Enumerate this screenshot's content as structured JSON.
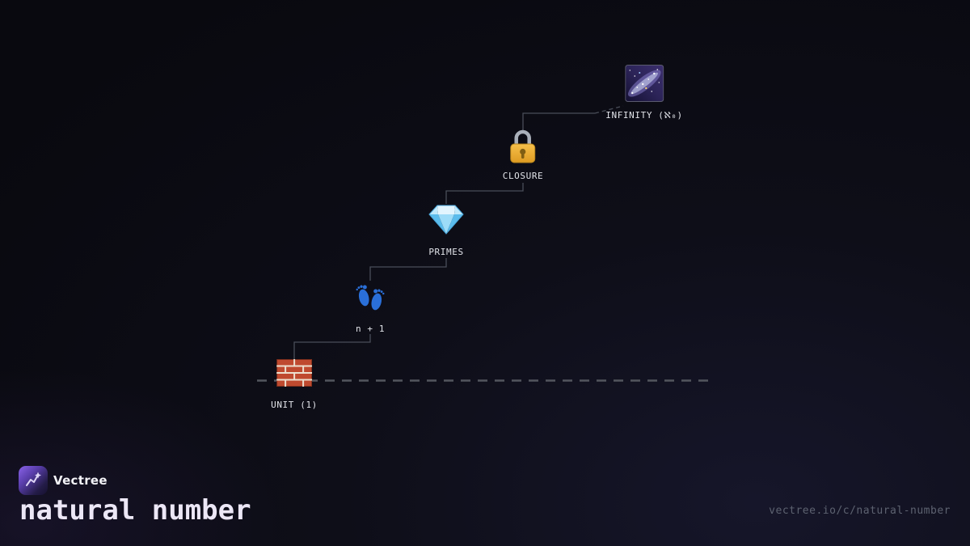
{
  "colors": {
    "background": "#0a0a12",
    "connector_line": "#4a4e59",
    "ground_line": "#53565e",
    "node_label": "#e2e4ea",
    "accent_purple": "#8a63e8",
    "title_text": "#ece7f6",
    "url_text": "#5d6270"
  },
  "tree": {
    "nodes": [
      {
        "id": "unit",
        "label": "UNIT (1)",
        "icon": "brick-icon"
      },
      {
        "id": "successor",
        "label": "n + 1",
        "icon": "footprints-icon"
      },
      {
        "id": "primes",
        "label": "PRIMES",
        "icon": "gem-icon"
      },
      {
        "id": "closure",
        "label": "CLOSURE",
        "icon": "lock-icon"
      },
      {
        "id": "infinity",
        "label": "INFINITY (ℵ₀)",
        "icon": "milky-way-icon"
      }
    ]
  },
  "footer": {
    "brand": "Vectree",
    "title": "natural number",
    "url": "vectree.io/c/natural-number"
  }
}
